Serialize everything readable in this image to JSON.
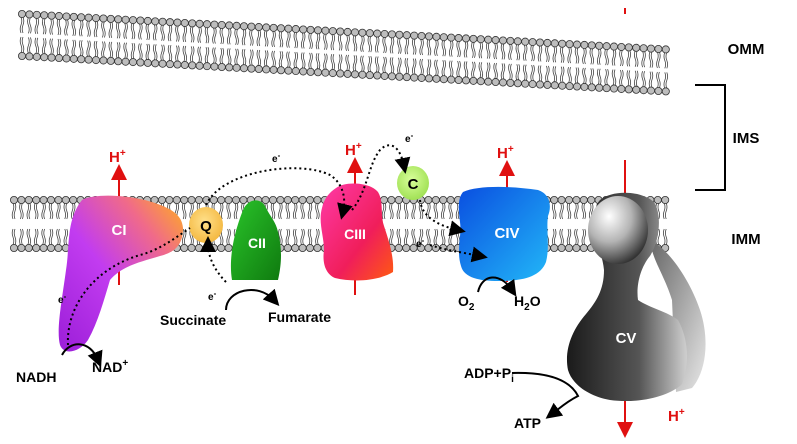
{
  "membranes": {
    "omm": "OMM",
    "ims": "IMS",
    "imm": "IMM"
  },
  "complexes": {
    "c1": "CI",
    "c2": "CII",
    "c3": "CIII",
    "c4": "CIV",
    "c5": "CV",
    "q": "Q",
    "c": "C"
  },
  "protons": {
    "symbol": "H",
    "charge": "+"
  },
  "electrons": {
    "symbol": "e",
    "charge": "-"
  },
  "substrates": {
    "nadh": "NADH",
    "nad_base": "NAD",
    "nad_charge": "+",
    "succinate": "Succinate",
    "fumarate": "Fumarate",
    "o2_base": "O",
    "o2_sub": "2",
    "h2o_h": "H",
    "h2o_sub": "2",
    "h2o_o": "O",
    "adp_base": "ADP+P",
    "adp_sub": "i",
    "atp": "ATP"
  },
  "colors": {
    "proton": "#e01010",
    "c2": "#22aa22",
    "q": "#f6c04a",
    "c": "#b6ef6a",
    "c4": "#1c7cf0",
    "c5": "#333333"
  }
}
